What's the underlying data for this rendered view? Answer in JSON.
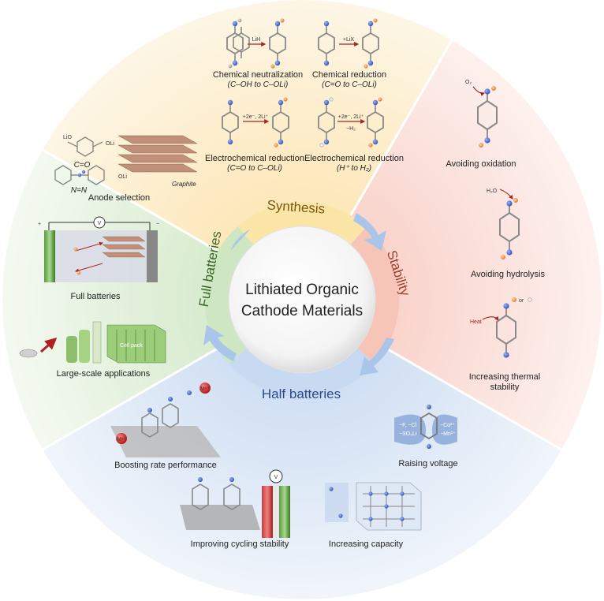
{
  "center": {
    "line1": "Lithiated Organic",
    "line2": "Cathode Materials"
  },
  "ring": {
    "synthesis": "Synthesis",
    "stability": "Stability",
    "half_batteries": "Half batteries",
    "full_batteries": "Full batteries"
  },
  "synthesis": {
    "item1": {
      "title": "Chemical neutralization",
      "sub": "(C–OH to C–OLi)",
      "reagent": "LiH"
    },
    "item2": {
      "title": "Chemical reduction",
      "sub": "(C=O to C–OLi)",
      "reagent": "+LiX"
    },
    "item3": {
      "title": "Electrochemical reduction",
      "sub": "(C=O to C–OLi)",
      "reagent": "+2e⁻, 2Li⁺"
    },
    "item4": {
      "title": "Electrochemical reduction",
      "sub": "(H⁺ to H₂)",
      "reagent": "+2e⁻, 2Li⁺",
      "reagent2": "−H₂"
    }
  },
  "stability": {
    "oxidation": {
      "title": "Avoiding oxidation",
      "reagent": "O₂"
    },
    "hydrolysis": {
      "title": "Avoiding hydrolysis",
      "reagent": "H₂O"
    },
    "thermal": {
      "line1": "Increasing thermal",
      "line2": "stability",
      "reagent": "Heat",
      "or": "or"
    }
  },
  "half": {
    "rate": {
      "title": "Boosting rate performance",
      "ion": "Mⁿ⁺"
    },
    "voltage": {
      "title": "Raising voltage",
      "left1": "−F, −Cl",
      "left2": "−SO₃Li",
      "right1": "−Co²⁺",
      "right2": "−Mn²⁺"
    },
    "cycling": {
      "title": "Improving cycling stability",
      "label": "V"
    },
    "capacity": {
      "title": "Increasing capacity"
    }
  },
  "full": {
    "anode": {
      "title": "Anode selection",
      "co": "C=O",
      "nn": "N=N",
      "graphite": "Graphite",
      "oli": "OLi",
      "lio": "LiO"
    },
    "batteries": {
      "title": "Full batteries",
      "plus": "+",
      "minus": "−",
      "v": "V"
    },
    "large": {
      "title": "Large-scale applications",
      "cell": "Cell pack"
    }
  },
  "colors": {
    "synthesis_bg": "#fcefd2",
    "stability_bg": "#fbe1dc",
    "half_bg": "#dde8f5",
    "full_bg": "#e0efd9",
    "arrow": "#a8c4e8",
    "atom_c": "#a8a8a8",
    "atom_n": "#4a6fd6",
    "atom_o": "#f0a060"
  }
}
